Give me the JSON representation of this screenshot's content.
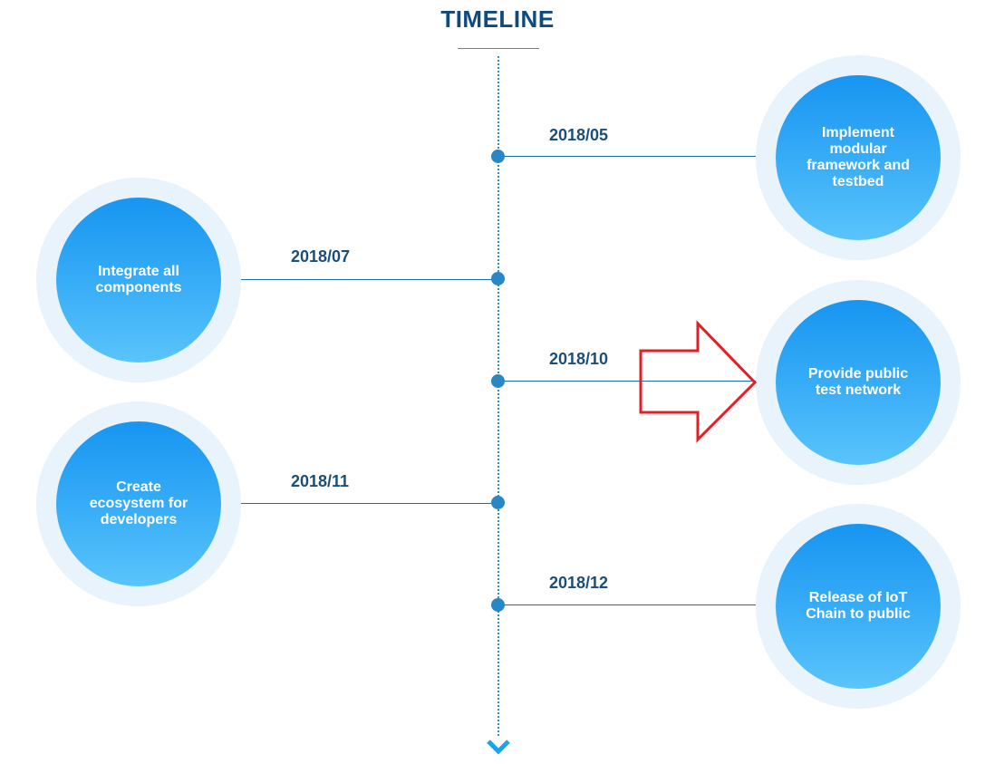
{
  "title": "TIMELINE",
  "milestones": [
    {
      "date": "2018/05",
      "text": "Implement modular framework and testbed",
      "side": "right"
    },
    {
      "date": "2018/07",
      "text": "Integrate all components",
      "side": "left"
    },
    {
      "date": "2018/10",
      "text": "Provide public test network",
      "side": "right"
    },
    {
      "date": "2018/11",
      "text": "Create ecosystem for developers",
      "side": "left"
    },
    {
      "date": "2018/12",
      "text": "Release of IoT Chain to public",
      "side": "right"
    }
  ],
  "colors": {
    "title": "#0f4a7e",
    "line": "#1f6ea7",
    "dot": "#2a87c6",
    "bubble_top": "#1795f1",
    "bubble_bottom": "#5ac4fb",
    "halo": "#e8f3fb",
    "callout_arrow": "#e01f26"
  },
  "highlight": {
    "target_index": 2,
    "icon": "right-arrow-outline-icon"
  }
}
